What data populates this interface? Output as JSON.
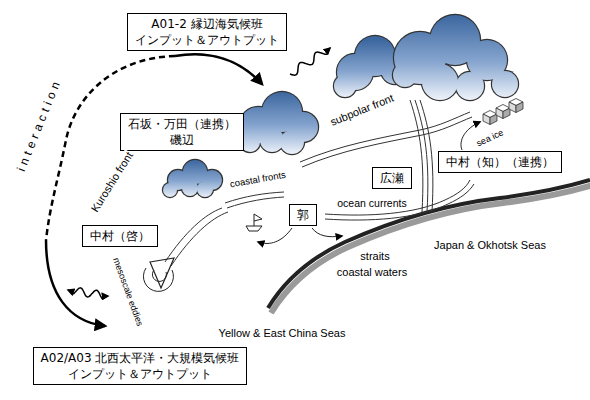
{
  "diagram": {
    "nodes": [
      {
        "text": [
          "A01-2 縁辺海気候班",
          "インプット＆アウトプット"
        ]
      },
      {
        "text": [
          "石坂・万田（連携）",
          "磯辺"
        ]
      },
      {
        "text": [
          "中村（知）（連携）"
        ]
      },
      {
        "text": [
          "広瀬"
        ]
      },
      {
        "text": [
          "郭"
        ]
      },
      {
        "text": [
          "中村（啓）"
        ]
      },
      {
        "text": [
          "A02/A03 北西太平洋・大規模気候班",
          "インプット＆アウトプット"
        ]
      }
    ],
    "labels": [
      "interaction",
      "subpolar front",
      "sea ice",
      "coastal fronts",
      "Kuroshio front",
      "ocean currents",
      "mesoscale eddies",
      "straits",
      "coastal waters",
      "Japan & Okhotsk Seas",
      "Yellow & East China Seas"
    ]
  }
}
